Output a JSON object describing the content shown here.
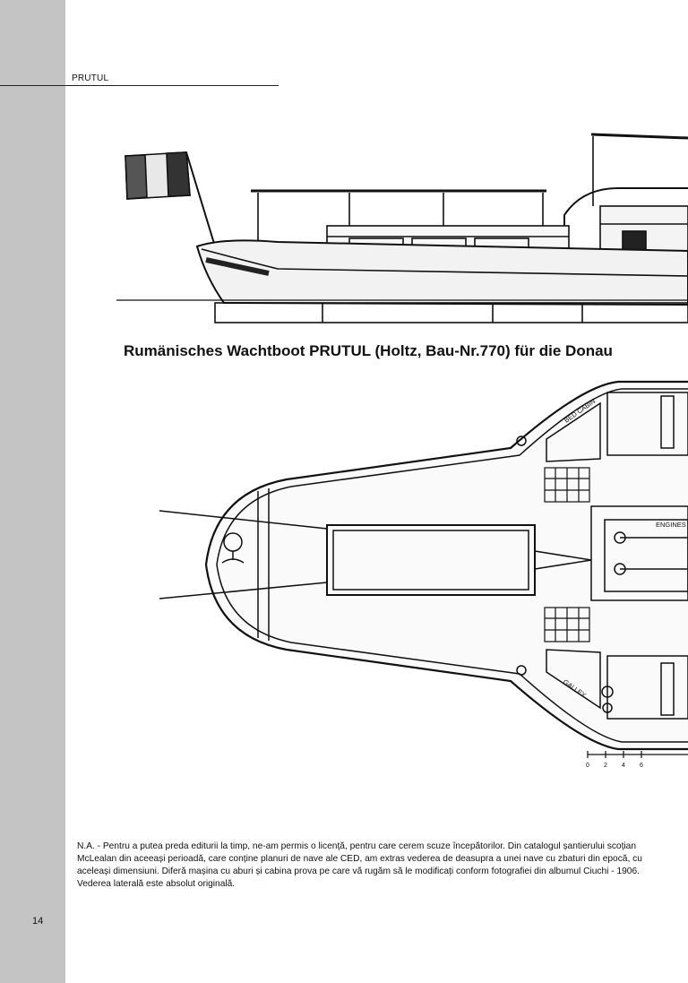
{
  "header": {
    "section_title": "PRUTUL"
  },
  "figure": {
    "caption": "Rumänisches Wachtboot PRUTUL (Holtz, Bau-Nr.770) für die Donau",
    "labels": {
      "bed_cabin": "BED CABIN",
      "galley": "GALLEY",
      "engines": "ENGINES"
    },
    "scale_ticks": [
      "0",
      "2",
      "4",
      "6"
    ]
  },
  "note": {
    "text": "N.A. - Pentru a putea preda editurii la timp, ne-am permis o licență, pentru care cerem scuze începătorilor. Din catalogul șantierului scoțian McLealan din aceeași perioadă, care conține planuri de nave ale CED, am extras vederea de deasupra a unei nave cu zbaturi din epocă, cu aceleași dimensiuni. Diferă mașina cu aburi și cabina prova pe care vă rugăm să le modificați conform fotografiei din albumul Ciuchi - 1906. Vederea laterală este absolut originală."
  },
  "page": {
    "number": "14"
  }
}
